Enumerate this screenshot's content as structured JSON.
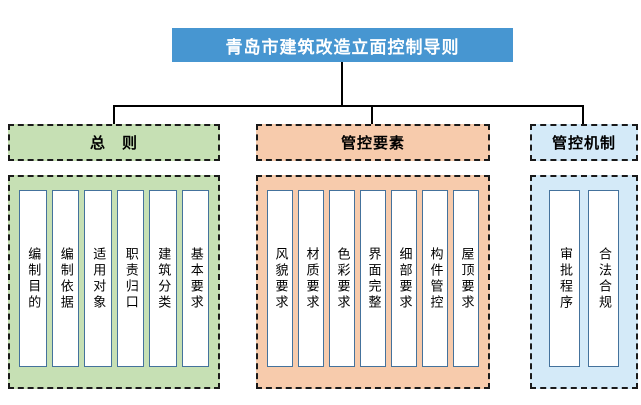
{
  "title": "青岛市建筑改造立面控制导则",
  "groups": [
    {
      "name": "总则",
      "header": "总　则",
      "items": [
        "编制目的",
        "编制依据",
        "适用对象",
        "职责归口",
        "建筑分类",
        "基本要求"
      ]
    },
    {
      "name": "管控要素",
      "header": "管控要素",
      "items": [
        "风貌要求",
        "材质要求",
        "色彩要求",
        "界面完整",
        "细部要求",
        "构件管控",
        "屋顶要求"
      ]
    },
    {
      "name": "管控机制",
      "header": "管控机制",
      "items": [
        "审批程序",
        "合法合规"
      ]
    }
  ],
  "colors": {
    "title_bg": "#4796D1",
    "title_text": "#FFFFFF",
    "group_general_bg": "#C6E0B4",
    "group_elements_bg": "#F7CBAC",
    "group_mechanism_bg": "#D4EAF8",
    "item_bar_bg": "#FFFFFF",
    "item_bar_border": "#44729C",
    "dashed_border": "#1A1A1A",
    "connector": "#000000"
  }
}
